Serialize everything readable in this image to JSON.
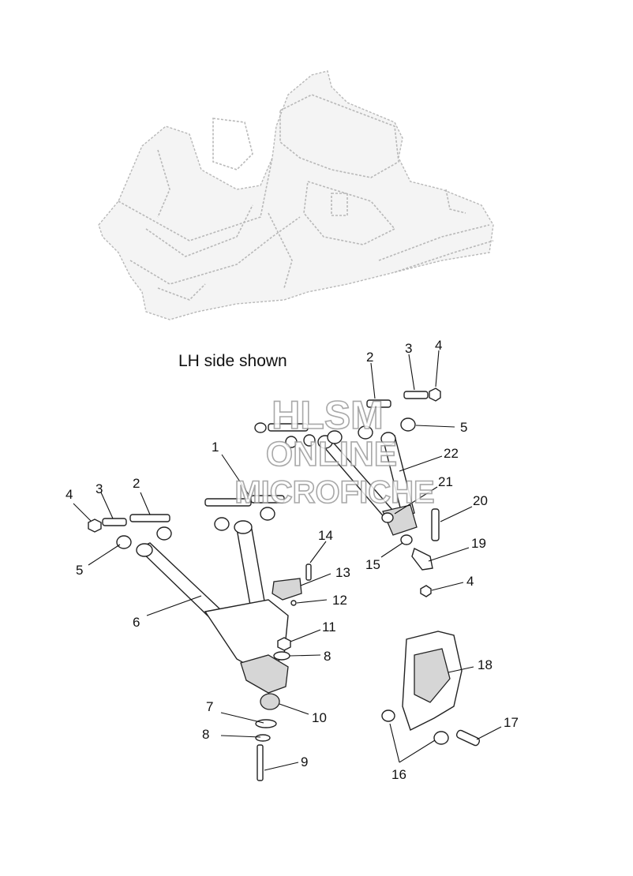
{
  "caption": "LH side shown",
  "watermark": {
    "line1": "HLSM",
    "line2": "ONLINE",
    "line3": "MICROFICHE"
  },
  "callouts": [
    {
      "id": "c1",
      "label": "1"
    },
    {
      "id": "c2a",
      "label": "2"
    },
    {
      "id": "c2b",
      "label": "2"
    },
    {
      "id": "c3a",
      "label": "3"
    },
    {
      "id": "c3b",
      "label": "3"
    },
    {
      "id": "c4a",
      "label": "4"
    },
    {
      "id": "c4b",
      "label": "4"
    },
    {
      "id": "c4c",
      "label": "4"
    },
    {
      "id": "c5a",
      "label": "5"
    },
    {
      "id": "c5b",
      "label": "5"
    },
    {
      "id": "c6",
      "label": "6"
    },
    {
      "id": "c7",
      "label": "7"
    },
    {
      "id": "c8a",
      "label": "8"
    },
    {
      "id": "c8b",
      "label": "8"
    },
    {
      "id": "c9",
      "label": "9"
    },
    {
      "id": "c10",
      "label": "10"
    },
    {
      "id": "c11",
      "label": "11"
    },
    {
      "id": "c12",
      "label": "12"
    },
    {
      "id": "c13",
      "label": "13"
    },
    {
      "id": "c14",
      "label": "14"
    },
    {
      "id": "c15",
      "label": "15"
    },
    {
      "id": "c16",
      "label": "16"
    },
    {
      "id": "c17",
      "label": "17"
    },
    {
      "id": "c18",
      "label": "18"
    },
    {
      "id": "c19",
      "label": "19"
    },
    {
      "id": "c20",
      "label": "20"
    },
    {
      "id": "c21",
      "label": "21"
    },
    {
      "id": "c22",
      "label": "22"
    }
  ],
  "colors": {
    "ink": "#111111",
    "frame": "#b8b8b8",
    "watermark_stroke": "#9a9a9a"
  }
}
